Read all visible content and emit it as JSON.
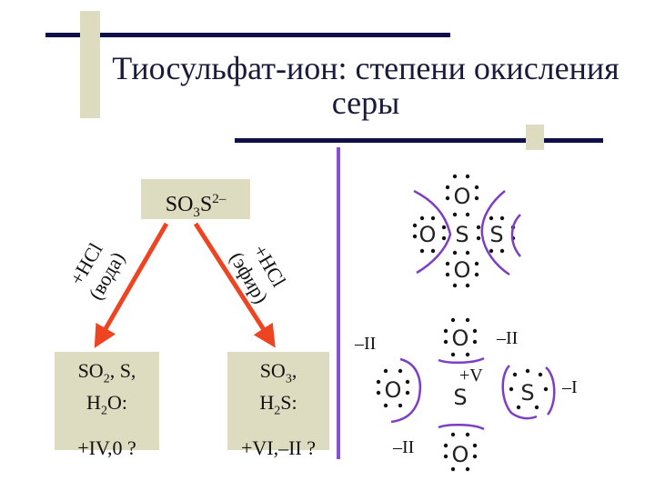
{
  "title": {
    "line1": "Тиосульфат-ион: степени окисления",
    "line2": "серы"
  },
  "ion": {
    "base": "SO",
    "sub": "3",
    "s": "S",
    "sup": "2–"
  },
  "left_arrow_label": {
    "line1": "+HCl",
    "line2": "(вода)"
  },
  "right_arrow_label": {
    "line1": "+HCl",
    "line2": "(эфир)"
  },
  "left_box": {
    "products_a": "SO",
    "sub_a": "2",
    "products_b": ", S,",
    "products_c": "H",
    "sub_c": "2",
    "products_d": "O:",
    "states": "+IV,0 ?"
  },
  "right_box": {
    "products_a": "SO",
    "sub_a": "3",
    "products_b": ",",
    "products_c": "H",
    "sub_c": "2",
    "products_d": "S:",
    "states": "+VI,–II ?"
  },
  "lewis_top": {
    "o_top": "O",
    "o_left": "O",
    "s_center": "S",
    "s_right": "S",
    "o_bottom": "O"
  },
  "lewis_bottom": {
    "o_top": "O",
    "o_left": "O",
    "s_center": "S",
    "s_right": "S",
    "o_bottom": "O",
    "ox_o_left": "–II",
    "ox_o_top": "–II",
    "ox_s_center": "+V",
    "ox_s_right": "–I",
    "ox_o_bottom": "–II"
  },
  "colors": {
    "arrow": "#ee4422",
    "curve": "#7b3fc4",
    "bar": "#0f0f4a",
    "box": "#dedcc0",
    "divider": "#8a4fd0"
  }
}
